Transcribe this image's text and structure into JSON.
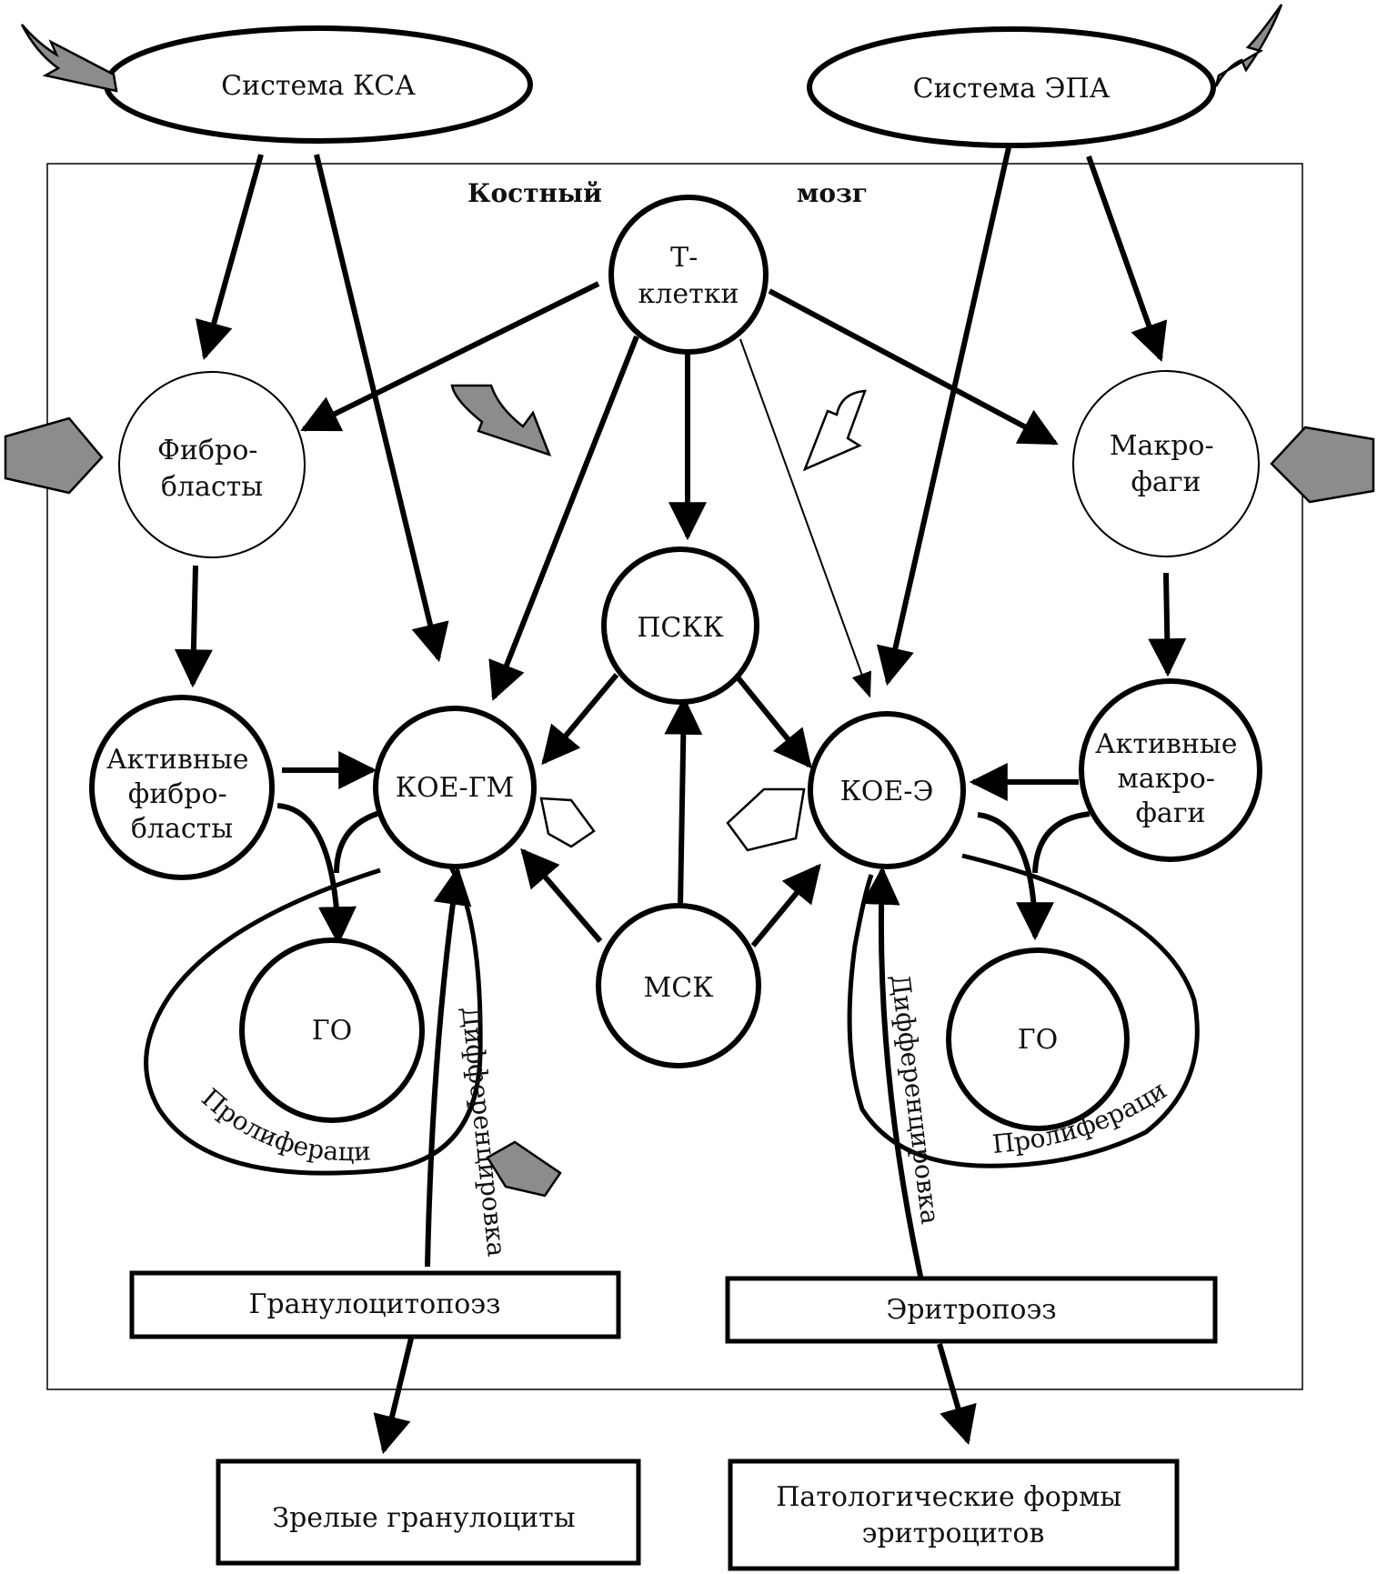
{
  "frame": {
    "title_left": "Костный",
    "title_right": "мозг"
  },
  "nodes": {
    "ksa": "Система КСА",
    "epa": "Система ЭПА",
    "tcells": [
      "Т-",
      "клетки"
    ],
    "fibroblasts": [
      "Фибро-",
      "бласты"
    ],
    "macrophages": [
      "Макро-",
      "фаги"
    ],
    "psck": "ПСКК",
    "active_fibroblasts": [
      "Активные",
      "фибро-",
      "бласты"
    ],
    "koe_gm": "КОЕ-ГМ",
    "koe_e": "КОЕ-Э",
    "active_macrophages": [
      "Активные",
      "макро-",
      "фаги"
    ],
    "msk": "МСК",
    "go_left": "ГО",
    "go_right": "ГО"
  },
  "labels": {
    "proliferation_left": "Пролиферация",
    "proliferation_right": "Пролиферация",
    "differentiation_left": "Дифференцировка",
    "differentiation_right": "Дифференцировка"
  },
  "boxes": {
    "granulocytopoiesis": "Гранулоцитопоэз",
    "erythropoiesis": "Эритропоэз",
    "mature_granulocytes": "Зрелые гранулоциты",
    "pathological_forms": [
      "Патологические формы",
      "эритроцитов"
    ]
  }
}
